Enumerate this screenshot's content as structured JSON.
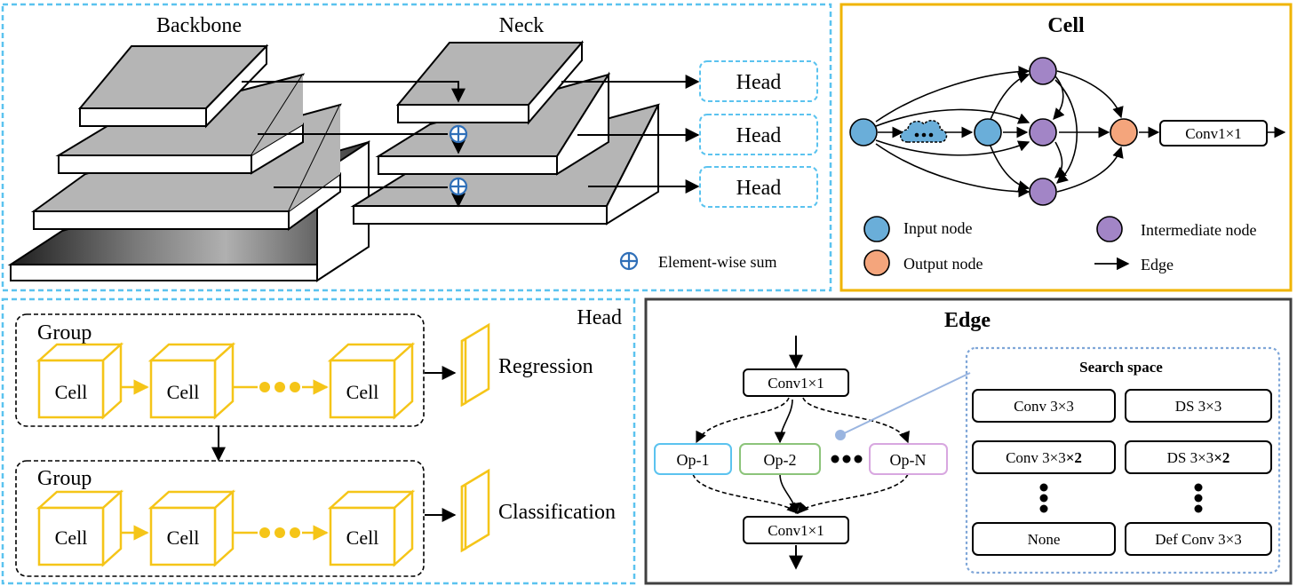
{
  "colors": {
    "panel_blue": "#5bc3ef",
    "panel_yellow": "#f0b400",
    "panel_dark": "#404040",
    "cell_yellow": "#f5c518",
    "input_node": "#6aaed9",
    "intermediate_node": "#a285c6",
    "output_node": "#f4a57c",
    "sum_blue": "#2f6fb8",
    "op1": "#5bc3ef",
    "op2": "#8cc47a",
    "opN": "#d8a7e0",
    "search_border": "#7fa6d8",
    "connector": "#9ab5e0"
  },
  "fpn": {
    "backbone_label": "Backbone",
    "neck_label": "Neck",
    "heads": [
      "Head",
      "Head",
      "Head"
    ],
    "legend_label": "Element-wise sum",
    "sum_icon": "circle-plus-icon"
  },
  "cell_panel": {
    "title": "Cell",
    "conv_label": "Conv1×1",
    "legend": {
      "input": "Input node",
      "output": "Output node",
      "intermediate": "Intermediate node",
      "edge": "Edge"
    }
  },
  "head_panel": {
    "title": "Head",
    "groups": [
      {
        "label": "Group",
        "cells": [
          "Cell",
          "Cell",
          "Cell"
        ],
        "output": "Regression"
      },
      {
        "label": "Group",
        "cells": [
          "Cell",
          "Cell",
          "Cell"
        ],
        "output": "Classification"
      }
    ]
  },
  "edge_panel": {
    "title": "Edge",
    "conv_top": "Conv1×1",
    "conv_bottom": "Conv1×1",
    "ops": [
      "Op-1",
      "Op-2",
      "Op-N"
    ],
    "search_space": {
      "title": "Search space",
      "items": [
        [
          "Conv 3×3",
          "DS 3×3"
        ],
        [
          "Conv 3×3",
          "DS 3×3"
        ],
        [
          "None",
          "Def Conv 3×3"
        ]
      ],
      "times_two": "×2"
    }
  }
}
